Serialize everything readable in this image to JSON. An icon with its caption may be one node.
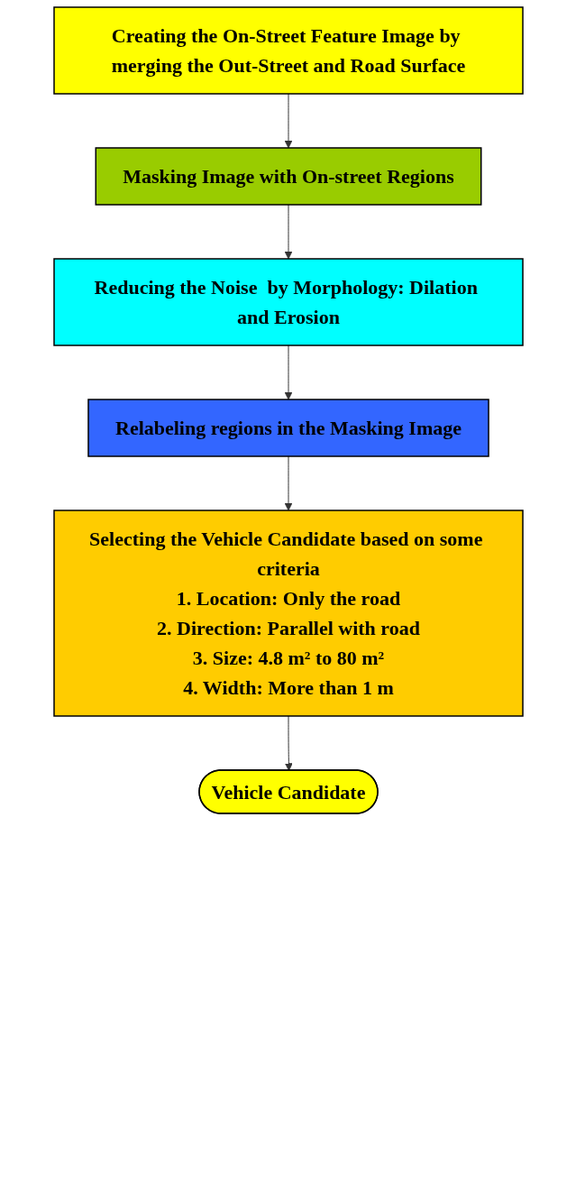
{
  "diagram": {
    "nodes": [
      {
        "text": [
          "Creating the On-Street Feature Image by merging the Out-Street and Road Surface"
        ]
      },
      {
        "text": [
          "Masking Image with On-street Regions"
        ]
      },
      {
        "text": [
          "Reducing the Noise  by Morphology: Dilation and Erosion"
        ]
      },
      {
        "text": [
          "Relabeling regions in the Masking Image"
        ]
      },
      {
        "text": [
          "Selecting the Vehicle Candidate based on some criteria",
          "1. Location: Only the road",
          "2. Direction: Parallel with road",
          "3. Size: 4.8 m² to 80 m²",
          "4. Width: More than 1 m"
        ]
      },
      {
        "text": [
          "Vehicle Candidate"
        ]
      }
    ],
    "edges": [
      {
        "from": 0,
        "to": 1,
        "arrow": "to"
      },
      {
        "from": 1,
        "to": 2,
        "arrow": "to"
      },
      {
        "from": 2,
        "to": 3,
        "arrow": "to"
      },
      {
        "from": 3,
        "to": 4,
        "arrow": "to"
      },
      {
        "from": 4,
        "to": 5,
        "arrow": "to"
      }
    ]
  }
}
